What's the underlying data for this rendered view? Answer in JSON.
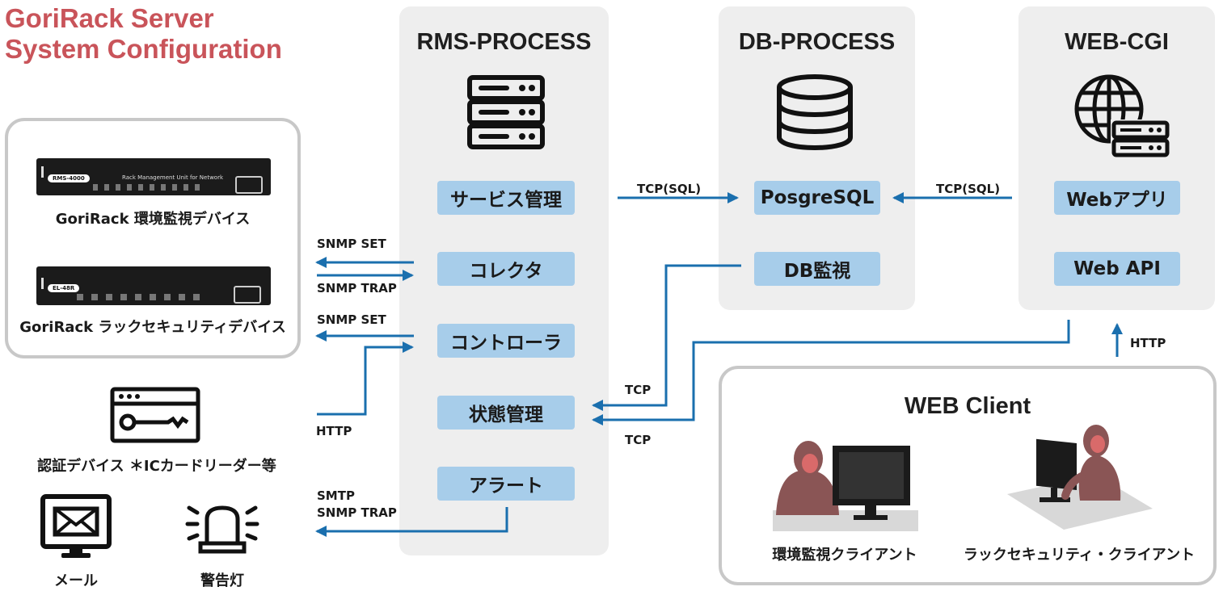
{
  "title": {
    "line1": "GoriRack Server",
    "line2": "System Configuration"
  },
  "panels": {
    "rms": {
      "title": "RMS-PROCESS",
      "modules": [
        "サービス管理",
        "コレクタ",
        "コントローラ",
        "状態管理",
        "アラート"
      ]
    },
    "db": {
      "title": "DB-PROCESS",
      "modules": [
        "PosgreSQL",
        "DB監視"
      ]
    },
    "web": {
      "title": "WEB-CGI",
      "modules": [
        "Webアプリ",
        "Web API"
      ]
    }
  },
  "devices": {
    "env_device": {
      "label": "GoriRack 環境監視デバイス",
      "panel_text": "RMS-4000",
      "panel_caption": "Rack Management Unit for Network"
    },
    "rack_device": {
      "label": "GoriRack ラックセキュリティデバイス",
      "panel_text": "EL-48R"
    },
    "auth_device": {
      "label": "認証デバイス ＊ICカードリーダー等"
    },
    "mail": {
      "label": "メール"
    },
    "lamp": {
      "label": "警告灯"
    }
  },
  "connections": {
    "snmp_set_1": "SNMP SET",
    "snmp_trap": "SNMP TRAP",
    "snmp_set_2": "SNMP SET",
    "http_auth": "HTTP",
    "smtp": "SMTP",
    "snmp_trap_alert": "SNMP TRAP",
    "tcp_sql_left": "TCP(SQL)",
    "tcp_sql_right": "TCP(SQL)",
    "tcp_top": "TCP",
    "tcp_bottom": "TCP",
    "http_client": "HTTP"
  },
  "client": {
    "title": "WEB Client",
    "env_client": "環境監視クライアント",
    "rack_client": "ラックセキュリティ・クライアント"
  },
  "colors": {
    "title": "#c9545a",
    "arrow": "#1a6fae",
    "module": "#a7cdea",
    "panel": "#eeeeee",
    "gorilla": "#8a5555"
  }
}
